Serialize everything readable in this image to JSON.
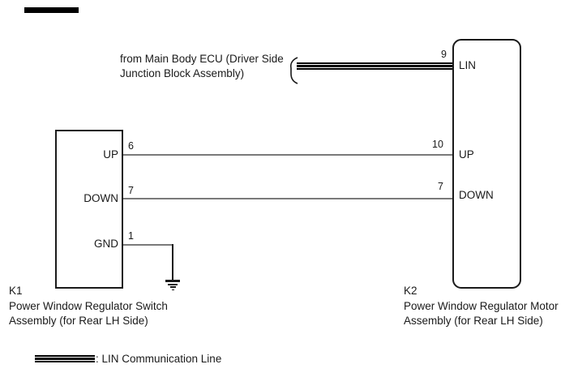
{
  "diagram": {
    "title_note": {
      "line1": "from Main Body ECU (Driver Side",
      "line2": "Junction Block Assembly)"
    },
    "k1": {
      "id": "K1",
      "desc_line1": "Power Window Regulator Switch",
      "desc_line2": "Assembly (for Rear LH Side)",
      "pins": [
        {
          "name": "UP",
          "number": "6"
        },
        {
          "name": "DOWN",
          "number": "7"
        },
        {
          "name": "GND",
          "number": "1"
        }
      ]
    },
    "k2": {
      "id": "K2",
      "desc_line1": "Power Window Regulator Motor",
      "desc_line2": "Assembly (for Rear LH Side)",
      "pins": [
        {
          "name": "LIN",
          "number": "9"
        },
        {
          "name": "UP",
          "number": "10"
        },
        {
          "name": "DOWN",
          "number": "7"
        }
      ]
    },
    "legend": {
      "label": ": LIN Communication Line"
    },
    "colors": {
      "wire_gray": "#7a7a7a",
      "line_black": "#1a1a1a",
      "background": "#ffffff"
    }
  }
}
